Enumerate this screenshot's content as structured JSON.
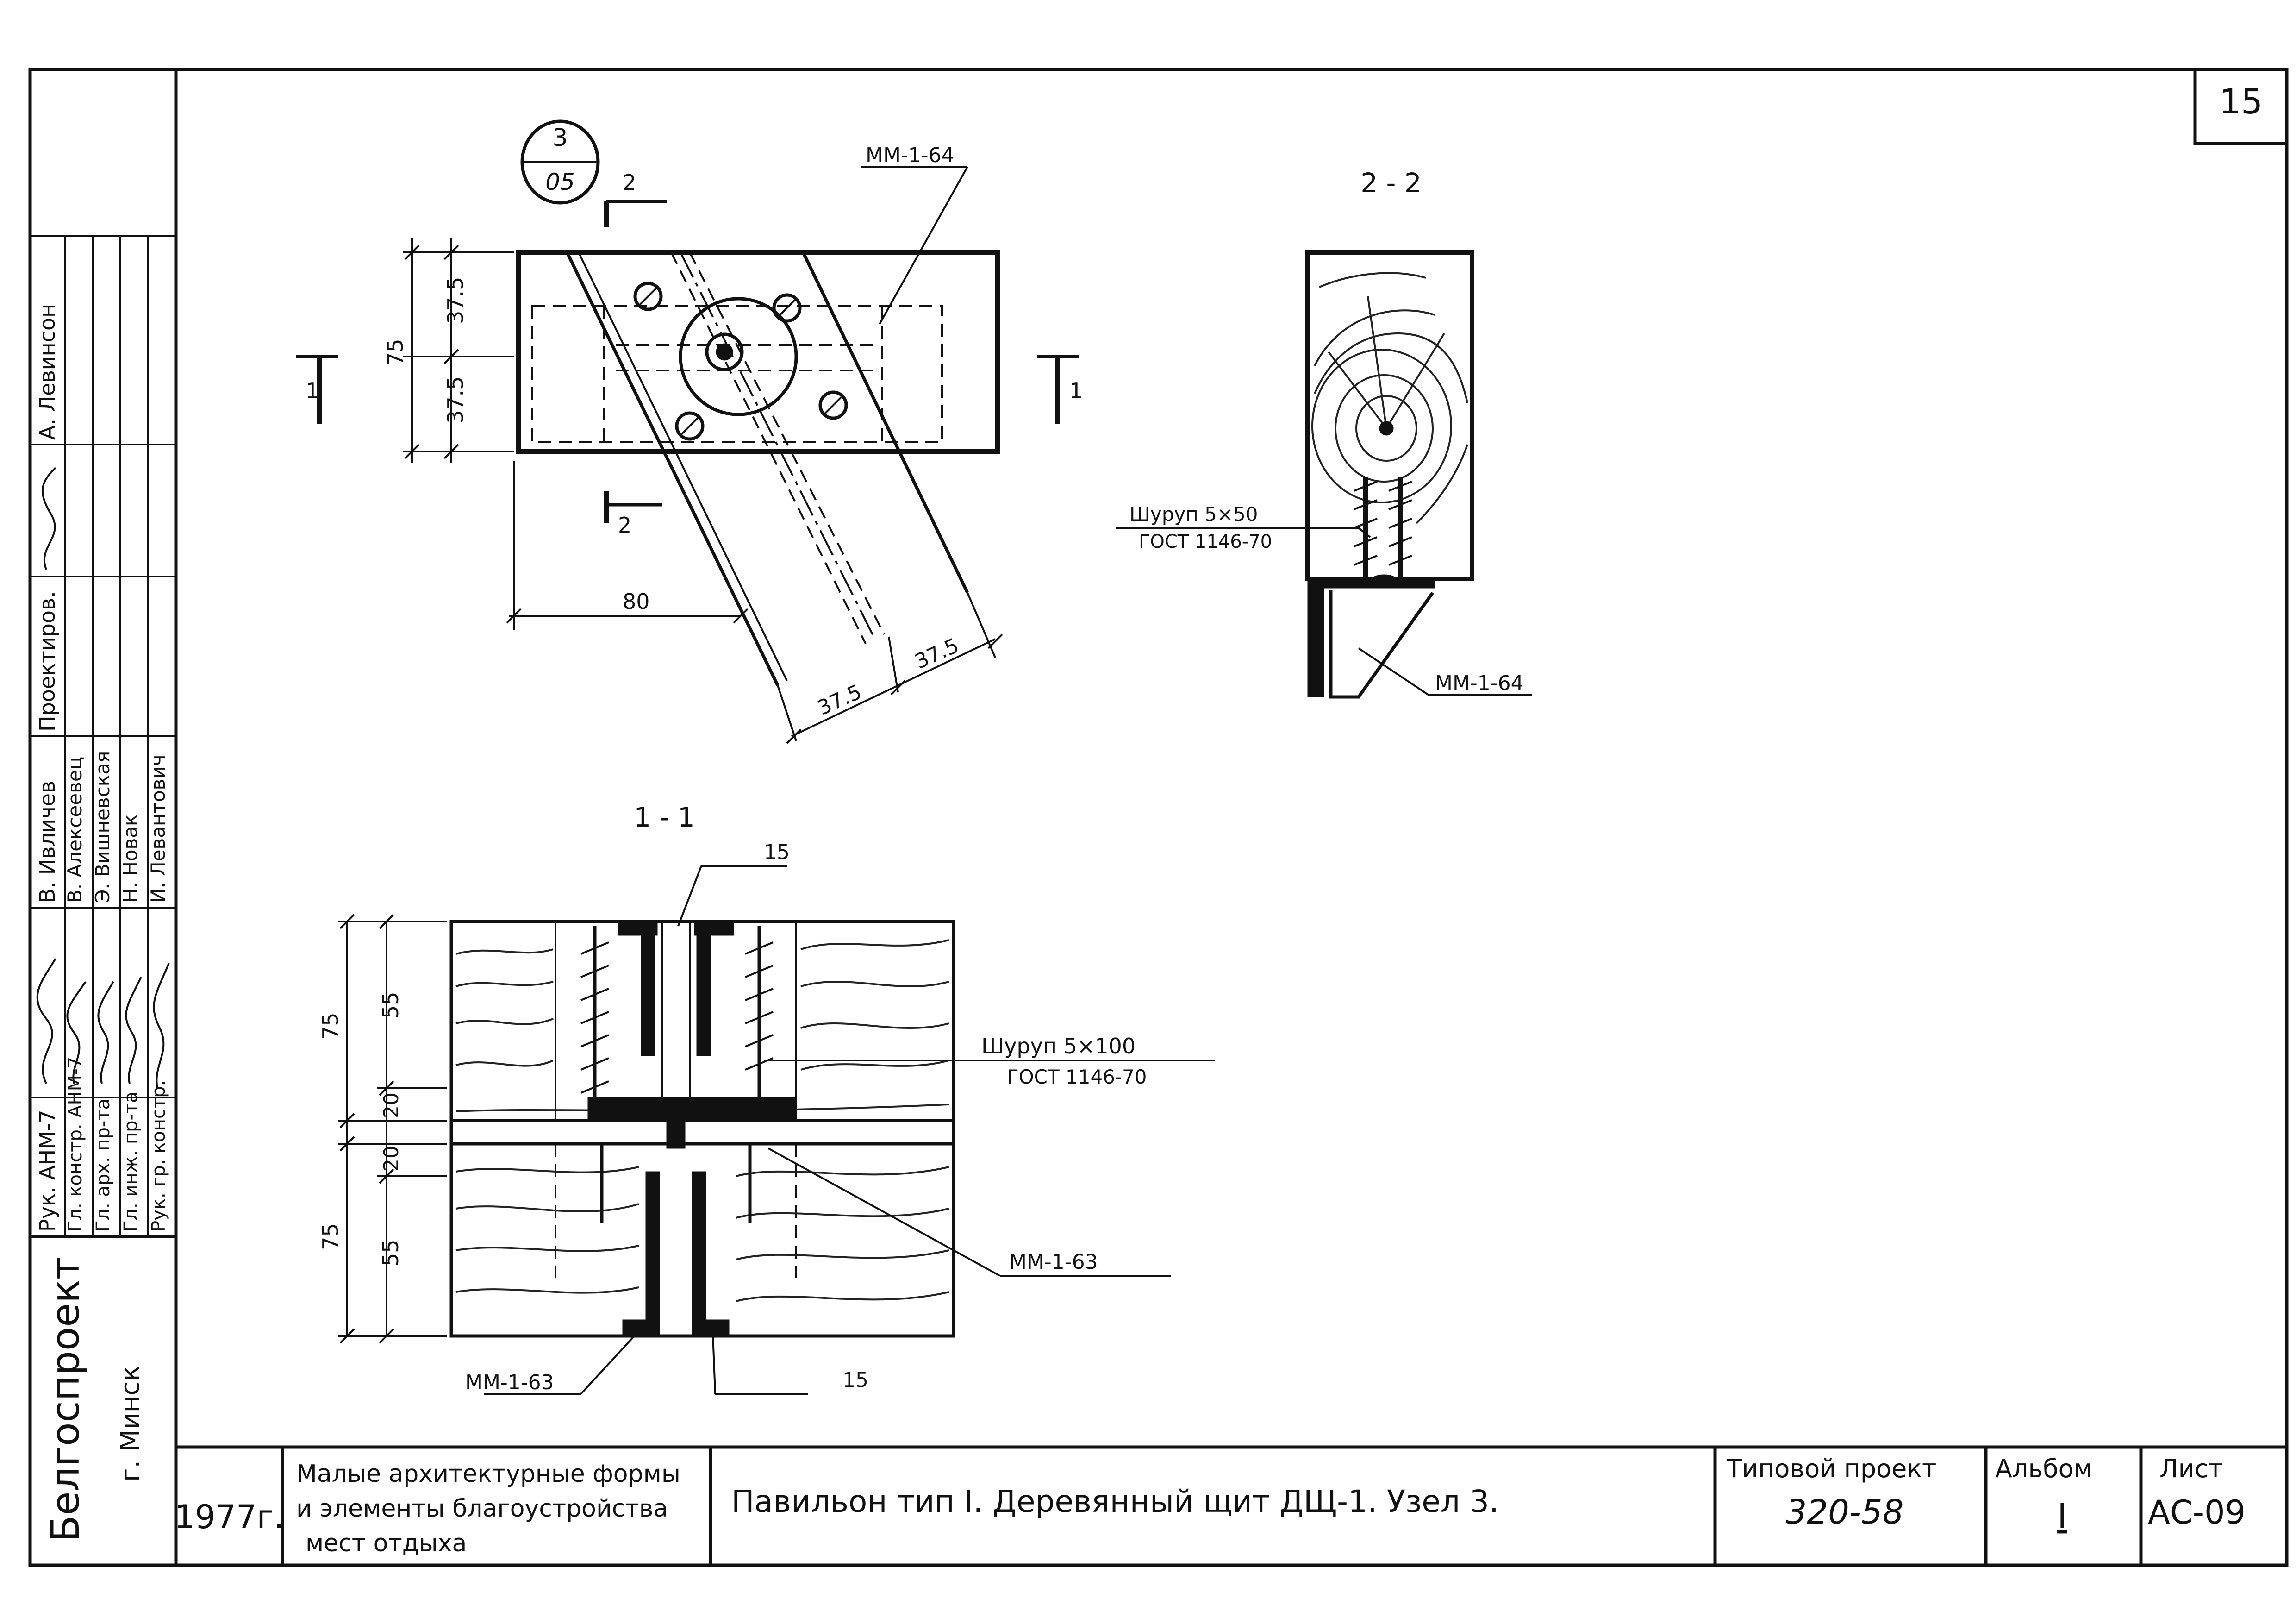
{
  "sheet": {
    "number": "15"
  },
  "callout": {
    "top": "3",
    "bottom": "05"
  },
  "plan": {
    "section_2_top": "2",
    "section_2_bottom": "2",
    "section_1_left": "1",
    "section_1_right": "1",
    "dim_75": "75",
    "dim_37_5_a": "37.5",
    "dim_37_5_b": "37.5",
    "dim_80": "80",
    "dim_37_5_c": "37.5",
    "dim_37_5_d": "37.5",
    "leader_mm164": "ММ-1-64"
  },
  "section22": {
    "title": "2 - 2",
    "screw_label": "Шуруп 5×50",
    "screw_std": "ГОСТ 1146-70",
    "leader_mm164": "ММ-1-64"
  },
  "section11": {
    "title": "1 - 1",
    "label_15_top": "15",
    "label_15_bottom": "15",
    "screw_label": "Шуруп 5×100",
    "screw_std": "ГОСТ 1146-70",
    "leader_mm163_right": "ММ-1-63",
    "leader_mm163_left": "ММ-1-63",
    "dim_75_top": "75",
    "dim_55_top": "55",
    "dim_20_a": "20",
    "dim_20_b": "20",
    "dim_75_bottom": "75",
    "dim_55_bottom": "55"
  },
  "side_stamp": {
    "org": "Белгоспроект",
    "city": "г. Минск",
    "roles": [
      "Рук. АНМ-7",
      "Гл. констр. АНМ-7",
      "Гл. арх. пр-та",
      "Гл. инж. пр-та",
      "Рук. гр. констр."
    ],
    "names": [
      "В. Ивличев",
      "В. Алексеевец",
      "Э. Вишневская",
      "Н. Новак",
      "И. Левантович"
    ],
    "designer_role": "Проектиров.",
    "designer_name": "А. Левинсон"
  },
  "title_block": {
    "year": "1977г.",
    "series": "Малые архитектурные формы и элементы благоустройства мест отдыха",
    "series_l1": "Малые архитектурные формы",
    "series_l2": "и элементы благоустройства",
    "series_l3": "мест отдыха",
    "title": "Павильон тип I. Деревянный щит ДЩ-1. Узел 3.",
    "project_label": "Типовой проект",
    "project_value": "320-58",
    "album_label": "Альбом",
    "album_value": "I",
    "sheet_label": "Лист",
    "sheet_value": "АС-09"
  }
}
